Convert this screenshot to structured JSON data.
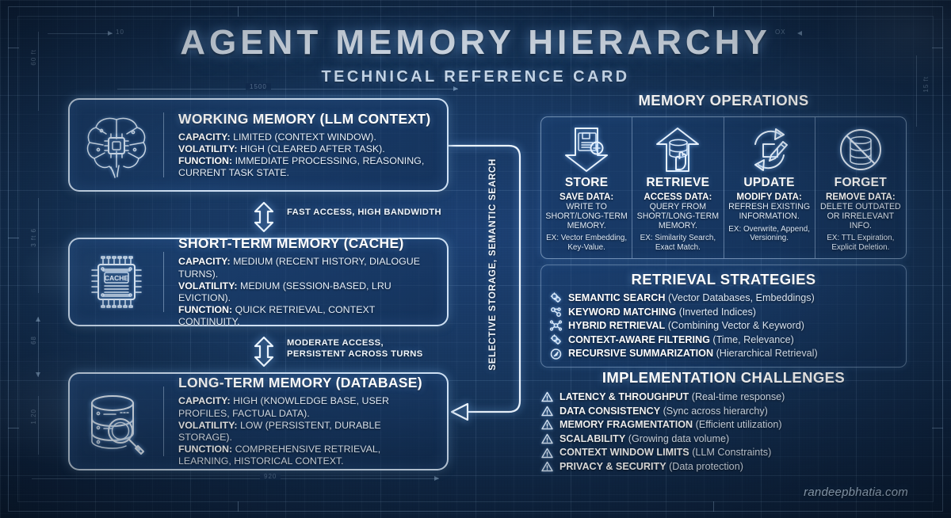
{
  "header": {
    "title": "AGENT MEMORY HIERARCHY",
    "subtitle": "TECHNICAL REFERENCE CARD"
  },
  "blueprint_dimensions": {
    "top_width": "1500",
    "bottom_width": "920",
    "left_upper": "60 ft",
    "left_mid": "3 ft 6",
    "left_lower": "68",
    "left_bottom": "1.20",
    "top_left_tick": "10",
    "top_right_tick": "OX",
    "right_tick": "15 ft"
  },
  "hierarchy": {
    "levels": [
      {
        "icon": "brain-chip-icon",
        "title": "WORKING MEMORY (LLM CONTEXT)",
        "attributes": [
          {
            "label": "CAPACITY:",
            "value": "LIMITED (CONTEXT WINDOW)."
          },
          {
            "label": "VOLATILITY:",
            "value": "HIGH (CLEARED AFTER TASK)."
          },
          {
            "label": "FUNCTION:",
            "value": "IMMEDIATE PROCESSING, REASONING, CURRENT TASK STATE."
          }
        ]
      },
      {
        "icon": "cache-chip-icon",
        "icon_label": "CACHE",
        "title": "SHORT-TERM MEMORY (CACHE)",
        "attributes": [
          {
            "label": "CAPACITY:",
            "value": "MEDIUM (RECENT HISTORY, DIALOGUE TURNS)."
          },
          {
            "label": "VOLATILITY:",
            "value": "MEDIUM (SESSION-BASED, LRU EVICTION)."
          },
          {
            "label": "FUNCTION:",
            "value": "QUICK RETRIEVAL, CONTEXT CONTINUITY."
          }
        ]
      },
      {
        "icon": "database-search-icon",
        "title": "LONG-TERM MEMORY (DATABASE)",
        "attributes": [
          {
            "label": "CAPACITY:",
            "value": "HIGH (KNOWLEDGE BASE, USER PROFILES, FACTUAL DATA)."
          },
          {
            "label": "VOLATILITY:",
            "value": "LOW (PERSISTENT, DURABLE STORAGE)."
          },
          {
            "label": "FUNCTION:",
            "value": "COMPREHENSIVE RETRIEVAL, LEARNING, HISTORICAL CONTEXT."
          }
        ]
      }
    ],
    "connectors": [
      {
        "icon": "double-arrow-vertical-icon",
        "label": "FAST ACCESS, HIGH BANDWIDTH"
      },
      {
        "icon": "double-arrow-vertical-icon",
        "label": "MODERATE ACCESS,\nPERSISTENT ACROSS TURNS"
      }
    ],
    "feedback_loop_label": "SELECTIVE STORAGE, SEMANTIC SEARCH"
  },
  "memory_operations": {
    "title": "MEMORY OPERATIONS",
    "items": [
      {
        "icon": "save-down-arrow-icon",
        "name": "STORE",
        "subtitle": "SAVE DATA:",
        "description": "WRITE TO SHORT/LONG-TERM MEMORY.",
        "example": "EX: Vector Embedding, Key-Value."
      },
      {
        "icon": "retrieve-up-arrow-icon",
        "name": "RETRIEVE",
        "subtitle": "ACCESS DATA:",
        "description": "QUERY FROM SHORT/LONG-TERM MEMORY.",
        "example": "EX: Similarity Search, Exact Match."
      },
      {
        "icon": "refresh-pencil-icon",
        "name": "UPDATE",
        "subtitle": "MODIFY DATA:",
        "description": "REFRESH EXISTING INFORMATION.",
        "example": "EX: Overwrite, Append, Versioning."
      },
      {
        "icon": "database-prohibited-icon",
        "name": "FORGET",
        "subtitle": "REMOVE DATA:",
        "description": "DELETE OUTDATED OR IRRELEVANT INFO.",
        "example": "EX: TTL Expiration, Explicit Deletion."
      }
    ]
  },
  "retrieval_strategies": {
    "title": "RETRIEVAL STRATEGIES",
    "items": [
      {
        "icon": "gears-icon",
        "name": "SEMANTIC SEARCH",
        "detail": "(Vector Databases, Embeddings)"
      },
      {
        "icon": "molecule-icon",
        "name": "KEYWORD MATCHING",
        "detail": "(Inverted Indices)"
      },
      {
        "icon": "network-nodes-icon",
        "name": "HYBRID RETRIEVAL",
        "detail": "(Combining Vector & Keyword)"
      },
      {
        "icon": "gears-icon",
        "name": "CONTEXT-AWARE FILTERING",
        "detail": "(Time, Relevance)"
      },
      {
        "icon": "compass-icon",
        "name": "RECURSIVE SUMMARIZATION",
        "detail": "(Hierarchical Retrieval)"
      }
    ]
  },
  "implementation_challenges": {
    "title": "IMPLEMENTATION CHALLENGES",
    "items": [
      {
        "icon": "warning-triangle-icon",
        "name": "LATENCY & THROUGHPUT",
        "detail": "(Real-time response)"
      },
      {
        "icon": "warning-triangle-icon",
        "name": "DATA CONSISTENCY",
        "detail": "(Sync across hierarchy)"
      },
      {
        "icon": "warning-triangle-icon",
        "name": "MEMORY FRAGMENTATION",
        "detail": "(Efficient utilization)"
      },
      {
        "icon": "warning-triangle-icon",
        "name": "SCALABILITY",
        "detail": "(Growing data volume)"
      },
      {
        "icon": "warning-triangle-icon",
        "name": "CONTEXT WINDOW LIMITS",
        "detail": "(LLM Constraints)"
      },
      {
        "icon": "warning-triangle-icon",
        "name": "PRIVACY & SECURITY",
        "detail": "(Data protection)"
      }
    ]
  },
  "signature": "randeepbhatia.com",
  "colors": {
    "background_deep": "#0b1b33",
    "background_mid": "#153358",
    "background_light": "#1c4073",
    "line_glow": "#e8f2fd",
    "text_primary": "#ffffff",
    "text_secondary": "#dfeaf7"
  }
}
